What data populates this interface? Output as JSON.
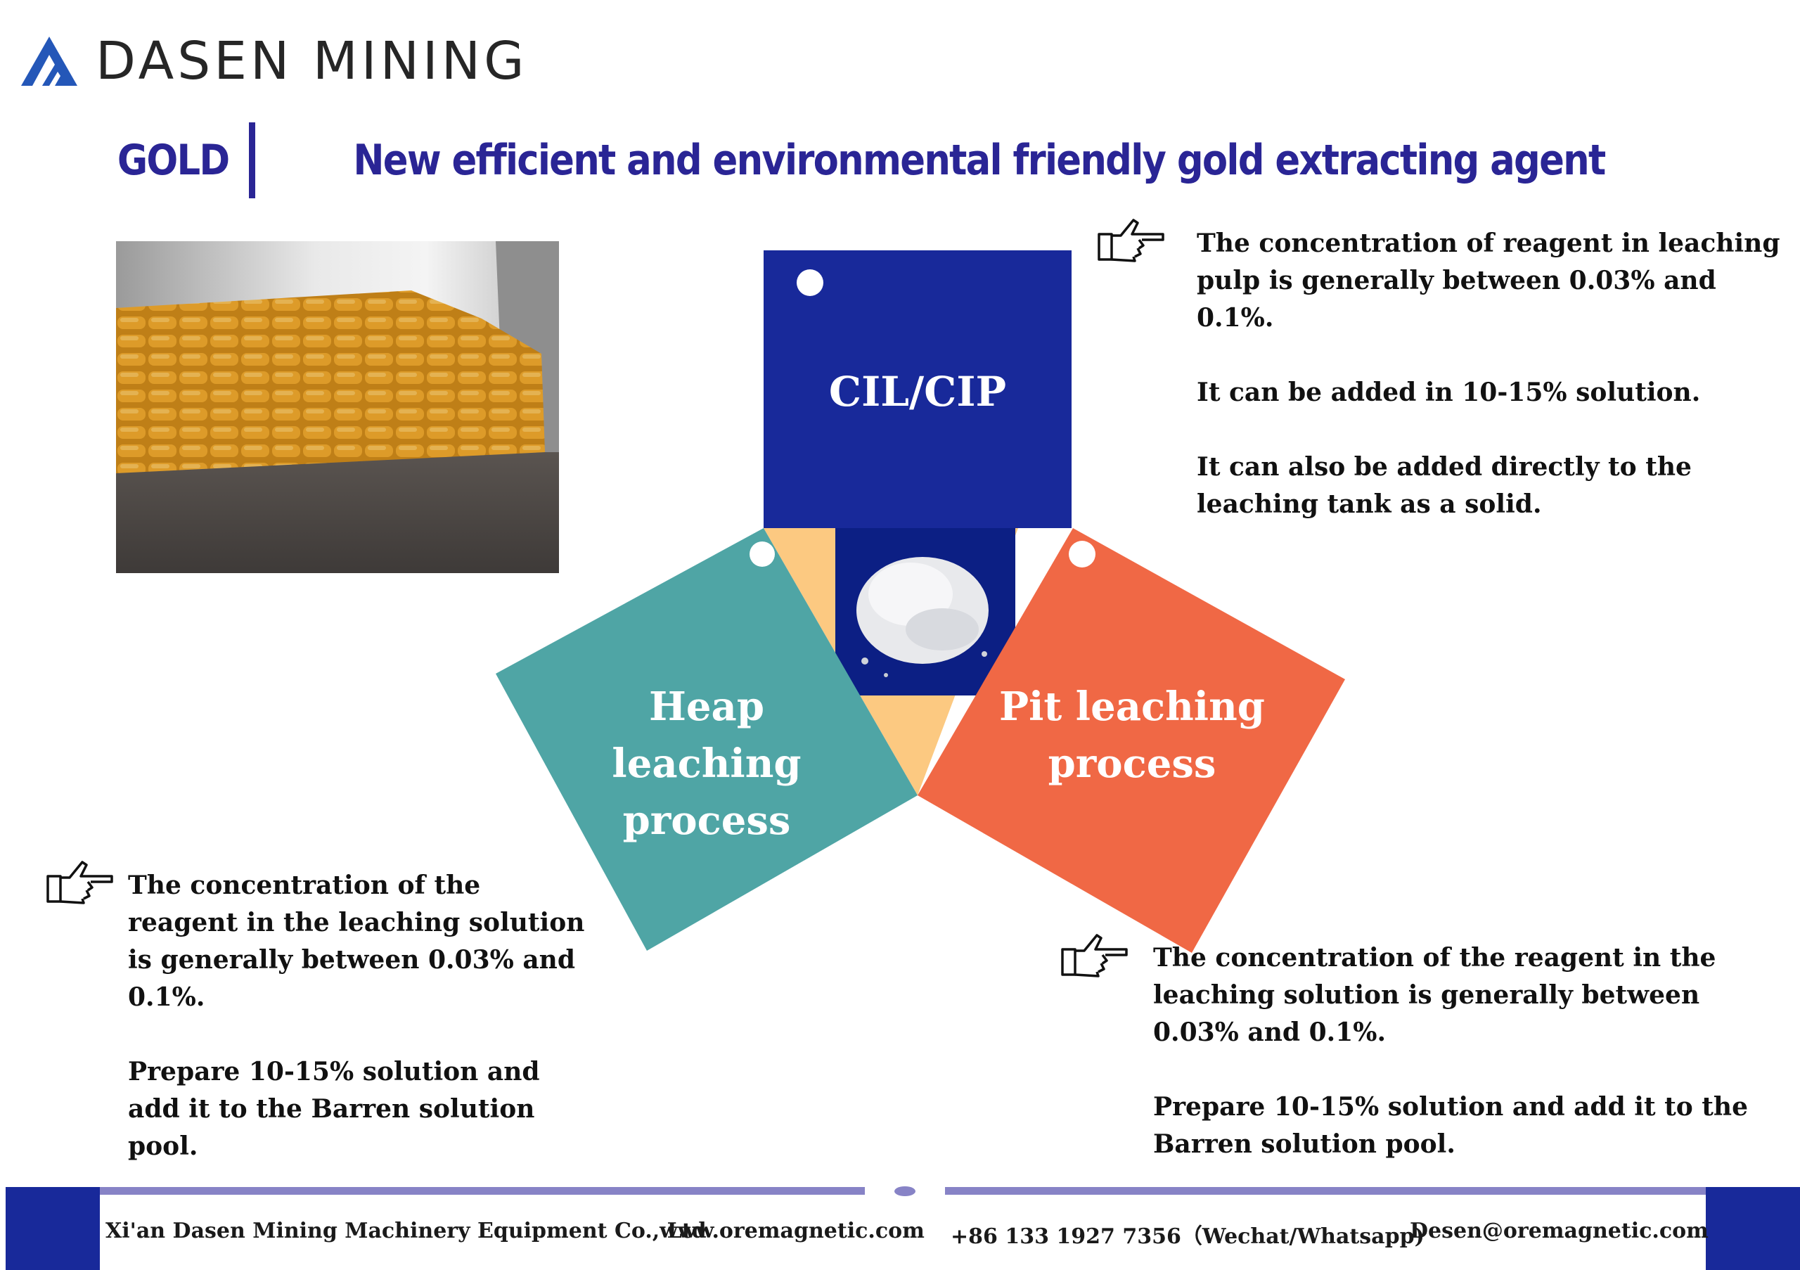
{
  "brand": {
    "name": "DASEN MINING",
    "icon": "dasen-mountain-logo-icon"
  },
  "title": {
    "lead": "GOLD",
    "main": "New efficient and environmental friendly gold extracting agent"
  },
  "diagram": {
    "top": {
      "label": "CIL/CIP",
      "color": "#18299a"
    },
    "left": {
      "label_line1": "Heap leaching",
      "label_line2": "process",
      "color": "#4fa5a5"
    },
    "right": {
      "label_line1": "Pit leaching",
      "label_line2": "process",
      "color": "#f06845"
    },
    "center_fill": "#fcc981"
  },
  "notes": {
    "cil": {
      "p1": "The concentration of reagent in leaching pulp is generally between 0.03% and 0.1%.",
      "p2": "It can be added in 10-15% solution.",
      "p3": "It can also be added directly to the leaching tank as a solid."
    },
    "heap": {
      "p1": "The concentration of the reagent in the leaching solution is generally between 0.03% and 0.1%.",
      "p2": "Prepare 10-15% solution and add it to the Barren solution pool."
    },
    "pit": {
      "p1": "The concentration of the reagent in the leaching solution is generally between 0.03% and 0.1%.",
      "p2": "Prepare 10-15% solution and add it to the Barren solution pool."
    }
  },
  "footer": {
    "company": "Xi'an Dasen Mining Machinery Equipment Co., Ltd",
    "website": "www.oremagnetic.com",
    "phone": "+86 133 1927 7356（Wechat/Whatsapp)",
    "email": "Desen@oremagnetic.com",
    "accent": "#18299a",
    "line": "#8783c6"
  }
}
